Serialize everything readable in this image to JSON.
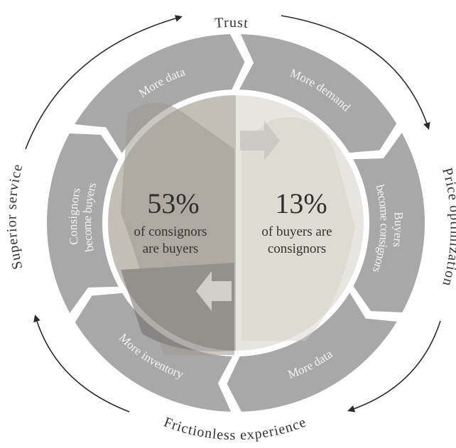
{
  "outer_labels": {
    "top": "Trust",
    "right": "Price optimization",
    "bottom": "Frictionless experience",
    "left": "Superior service"
  },
  "ring_segments": [
    {
      "label": "More data"
    },
    {
      "label": "More demand"
    },
    {
      "label": "Buyers become consignors"
    },
    {
      "label": "More data"
    },
    {
      "label": "More inventory"
    },
    {
      "label": "Consignors become buyers"
    }
  ],
  "center": {
    "left": {
      "percent": "53%",
      "line1": "of consignors",
      "line2": "are buyers"
    },
    "right": {
      "percent": "13%",
      "line1": "of buyers are",
      "line2": "consignors"
    }
  },
  "colors": {
    "ring": "#a8a8a8",
    "ring_text": "#f4f4f4",
    "center_left": "#c3bfb7",
    "center_right": "#e7e5df",
    "arrows": "#2a2a2a",
    "text": "#333333"
  }
}
